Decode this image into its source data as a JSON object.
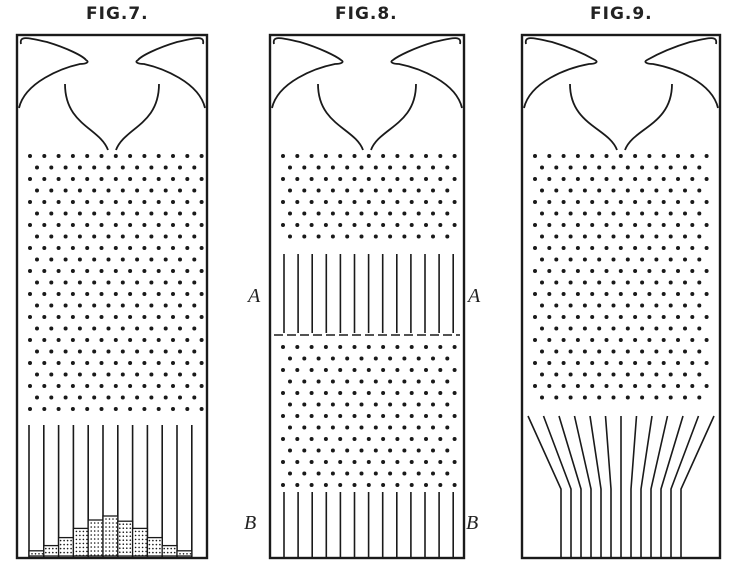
{
  "figures": [
    {
      "title": "FIG.7.",
      "labels": []
    },
    {
      "title": "FIG.8.",
      "labels": [
        "A",
        "A",
        "B",
        "B"
      ]
    },
    {
      "title": "FIG.9.",
      "labels": []
    }
  ],
  "fig7_histogram_levels": [
    0.13,
    0.26,
    0.46,
    0.69,
    0.9,
    1.0,
    0.87,
    0.69,
    0.46,
    0.26,
    0.13
  ],
  "ink_color": "#1a1a1a"
}
